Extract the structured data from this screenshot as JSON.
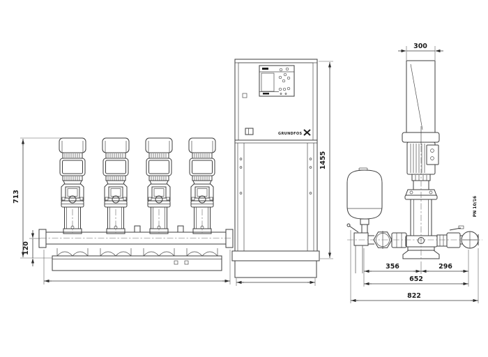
{
  "drawing": {
    "type": "technical-dimensional-drawing",
    "views": {
      "front": "pump-set-with-four-vertical-pumps",
      "middle": "control-cabinet",
      "side": "pump-with-diaphragm-tank"
    },
    "dims": {
      "pump_height": "713",
      "manifold_height": "120",
      "cabinet_height": "1455",
      "cabinet_depth": "300",
      "center_to_suction": "356",
      "center_to_discharge": "296",
      "manifold_span": "652",
      "overall_depth": "822"
    },
    "labels": {
      "pressure_rating": "PN 10/16",
      "brand": "GRUNDFOS"
    },
    "colors": {
      "line": "#3d3d3d",
      "text": "#1c1c1c",
      "background": "#ffffff"
    }
  }
}
